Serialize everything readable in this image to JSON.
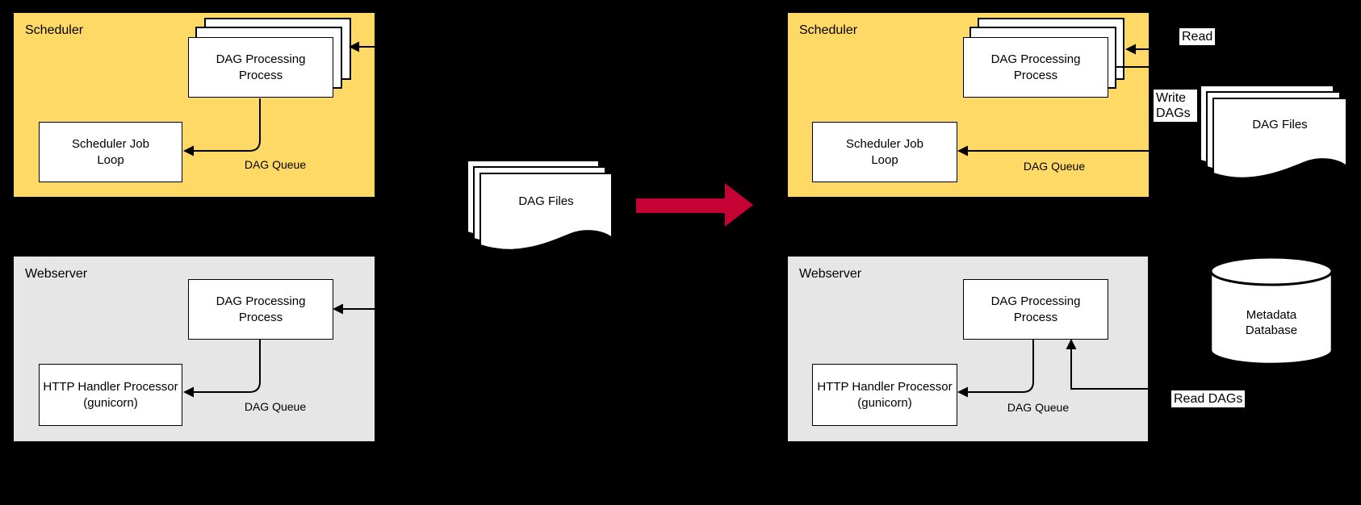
{
  "colors": {
    "background": "#000000",
    "scheduler_panel": "#FFD966",
    "webserver_panel": "#E6E6E6",
    "box_fill": "#FFFFFF",
    "line": "#000000",
    "transition_arrow": "#C40233"
  },
  "left": {
    "scheduler": {
      "title": "Scheduler",
      "dag_processing": "DAG Processing Process",
      "job_loop": "Scheduler Job Loop",
      "queue": "DAG Queue"
    },
    "webserver": {
      "title": "Webserver",
      "dag_processing": "DAG Processing Process",
      "http_handler": "HTTP Handler Processor (gunicorn)",
      "queue": "DAG Queue"
    },
    "dag_files": "DAG Files"
  },
  "right": {
    "scheduler": {
      "title": "Scheduler",
      "dag_processing": "DAG Processing Process",
      "job_loop": "Scheduler Job Loop",
      "queue": "DAG Queue"
    },
    "webserver": {
      "title": "Webserver",
      "dag_processing": "DAG Processing Process",
      "http_handler": "HTTP Handler Processor (gunicorn)",
      "queue": "DAG Queue"
    },
    "dag_files": "DAG Files",
    "metadata_database": "Metadata Database",
    "labels": {
      "read": "Read",
      "write_dags": "Write DAGs",
      "read_dags": "Read DAGs"
    }
  }
}
